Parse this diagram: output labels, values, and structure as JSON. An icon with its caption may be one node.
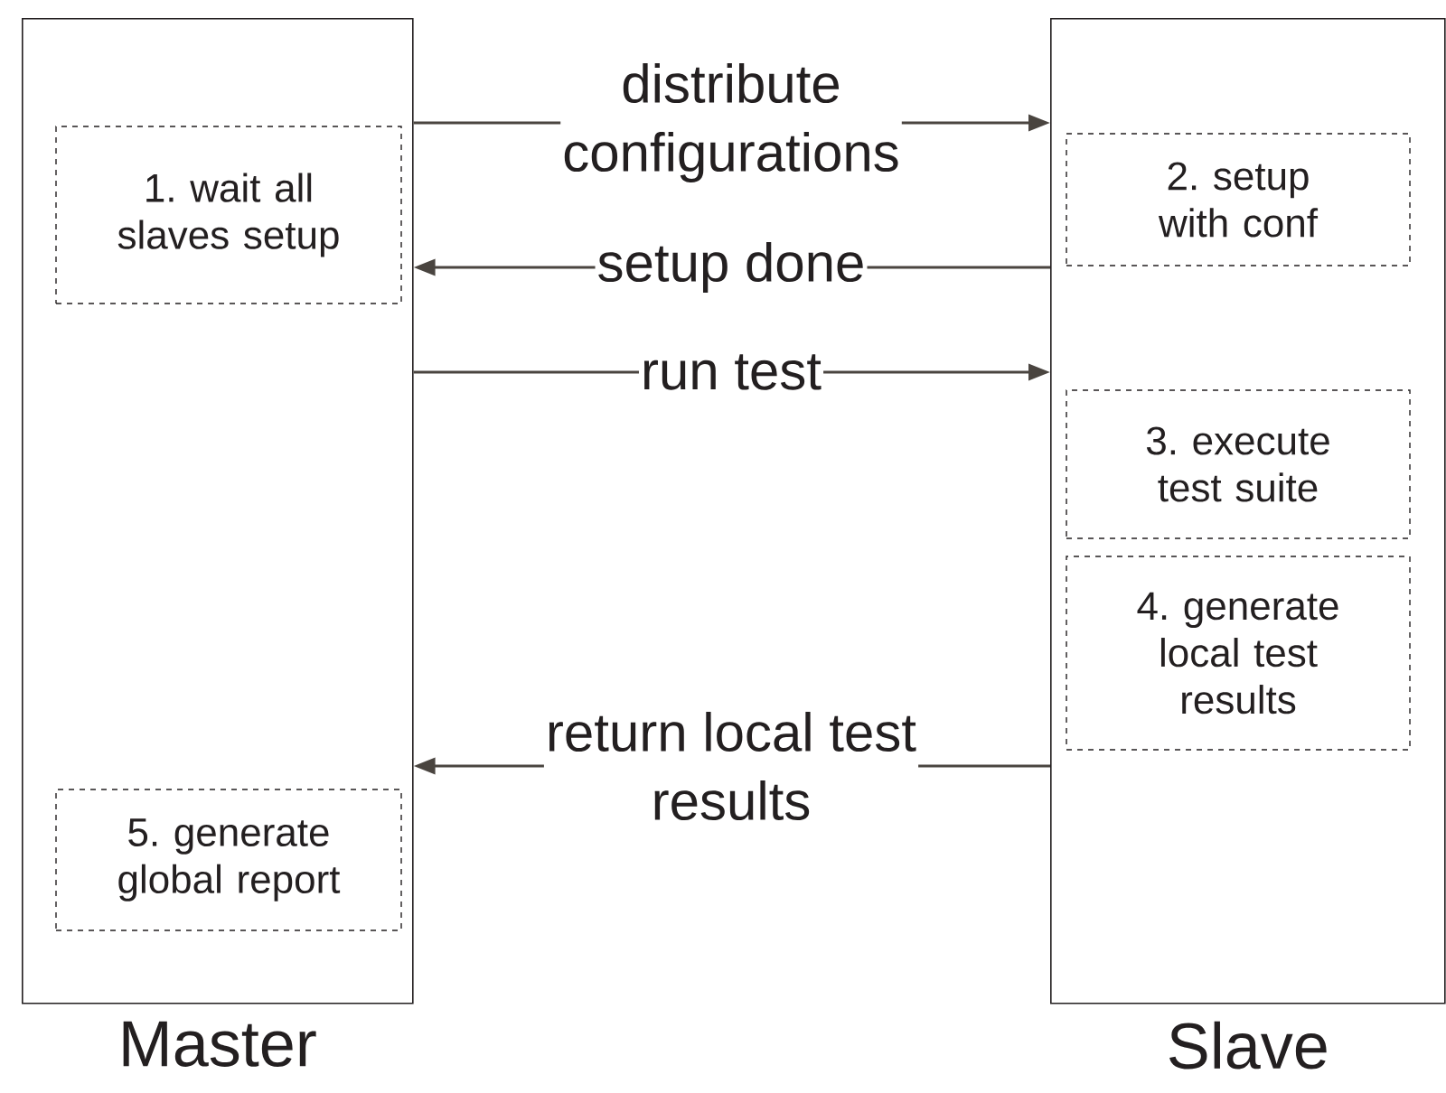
{
  "diagram": {
    "nodes": [
      {
        "text": [
          "Master"
        ]
      },
      {
        "text": [
          "1. wait all slaves setup"
        ],
        "in": 0
      },
      {
        "text": [
          "5. generate global report"
        ],
        "in": 0
      },
      {
        "text": [
          "Slave"
        ]
      },
      {
        "text": [
          "2. setup with conf"
        ],
        "in": 3
      },
      {
        "text": [
          "3. execute test suite"
        ],
        "in": 3
      },
      {
        "text": [
          "4. generate local test results"
        ],
        "in": 3
      }
    ],
    "edges": [
      {
        "from": 0,
        "to": 3,
        "arrow": "to",
        "label": "distribute configurations"
      },
      {
        "from": 3,
        "to": 0,
        "arrow": "to",
        "label": "setup done"
      },
      {
        "from": 0,
        "to": 3,
        "arrow": "to",
        "label": "run test"
      },
      {
        "from": 3,
        "to": 0,
        "arrow": "to",
        "label": "return local test results"
      }
    ]
  }
}
